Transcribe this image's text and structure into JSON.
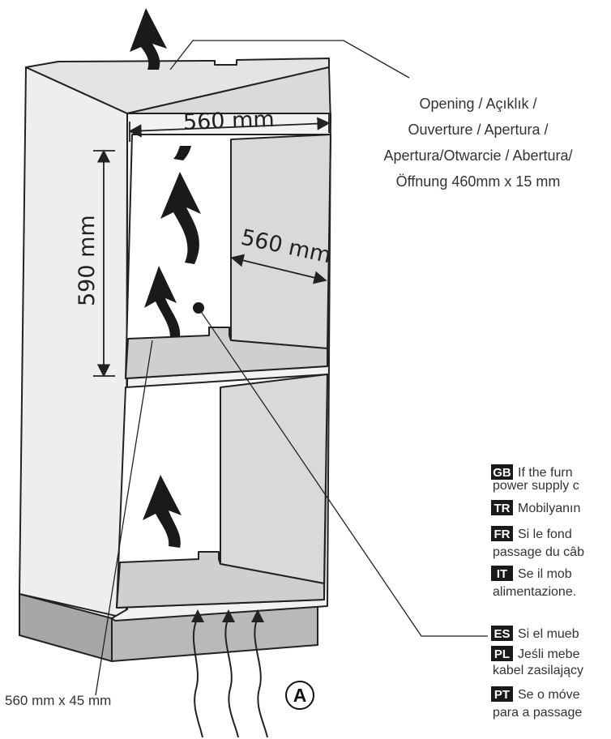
{
  "dimensions": {
    "width_top": "560 mm",
    "depth": "560 mm",
    "height": "590 mm",
    "bottom_vent": "560 mm x 45 mm"
  },
  "opening_note": [
    "Opening / Açıklık /",
    "Ouverture / Apertura /",
    "Apertura/Otwarcie / Abertura/",
    "Öffnung 460mm x 15 mm"
  ],
  "marker_label": "A",
  "legend": [
    {
      "code": "GB",
      "lines": [
        "If the furn",
        "power supply c"
      ]
    },
    {
      "code": "TR",
      "lines": [
        "Mobilyanın"
      ]
    },
    {
      "code": "FR",
      "lines": [
        "Si le fond",
        "passage du câb"
      ]
    },
    {
      "code": "IT",
      "lines": [
        "Se il mob",
        "alimentazione."
      ]
    },
    {
      "code": "ES",
      "lines": [
        "Si el mueb"
      ]
    },
    {
      "code": "PL",
      "lines": [
        "Jeśli mebe",
        "kabel zasilający"
      ]
    },
    {
      "code": "PT",
      "lines": [
        "Se o móve",
        "para a passage"
      ]
    }
  ],
  "colors": {
    "outline": "#222222",
    "panel_light": "#ececec",
    "panel_mid": "#dcdcdc",
    "shelf": "#cfcfcf",
    "plinth": "#aaaaaa",
    "code_bg": "#1a1a1a"
  }
}
